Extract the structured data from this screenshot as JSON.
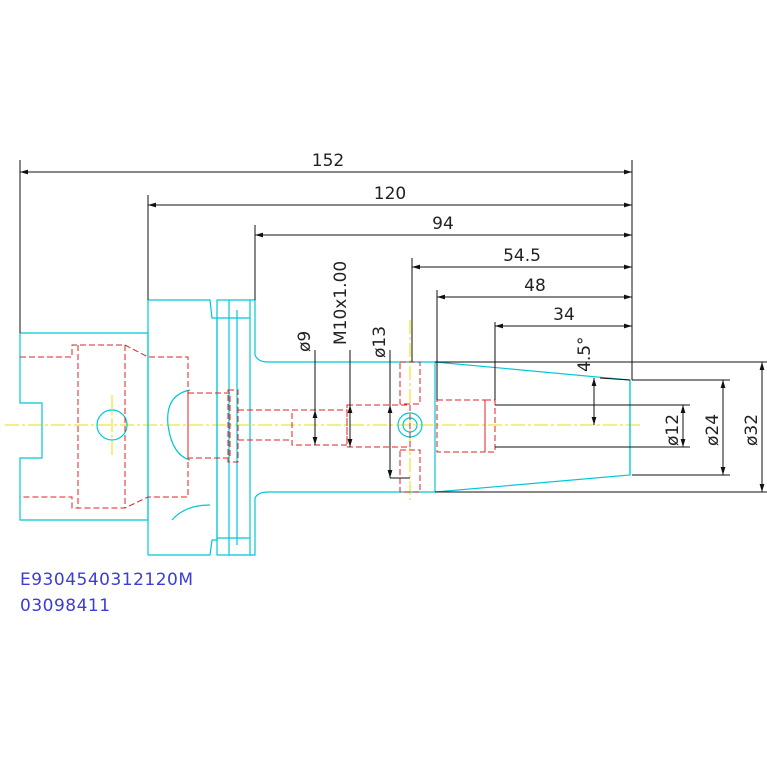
{
  "dimensions": {
    "overall_length": "152",
    "shank_length": "120",
    "body_length": "94",
    "bore_depth_1": "54.5",
    "bore_depth_2": "48",
    "bore_depth_3": "34",
    "taper_angle": "4.5°",
    "dia_9": "ø9",
    "thread": "M10x1.00",
    "dia_13": "ø13",
    "dia_12": "ø12",
    "dia_24": "ø24",
    "dia_32": "ø32"
  },
  "labels": {
    "part_number": "E9304540312120M",
    "code": "03098411"
  },
  "colors": {
    "outline": "#00c8d8",
    "hidden": "#e02020",
    "centerline": "#e8e000",
    "dimension": "#111111",
    "label": "#3c3cd8"
  }
}
